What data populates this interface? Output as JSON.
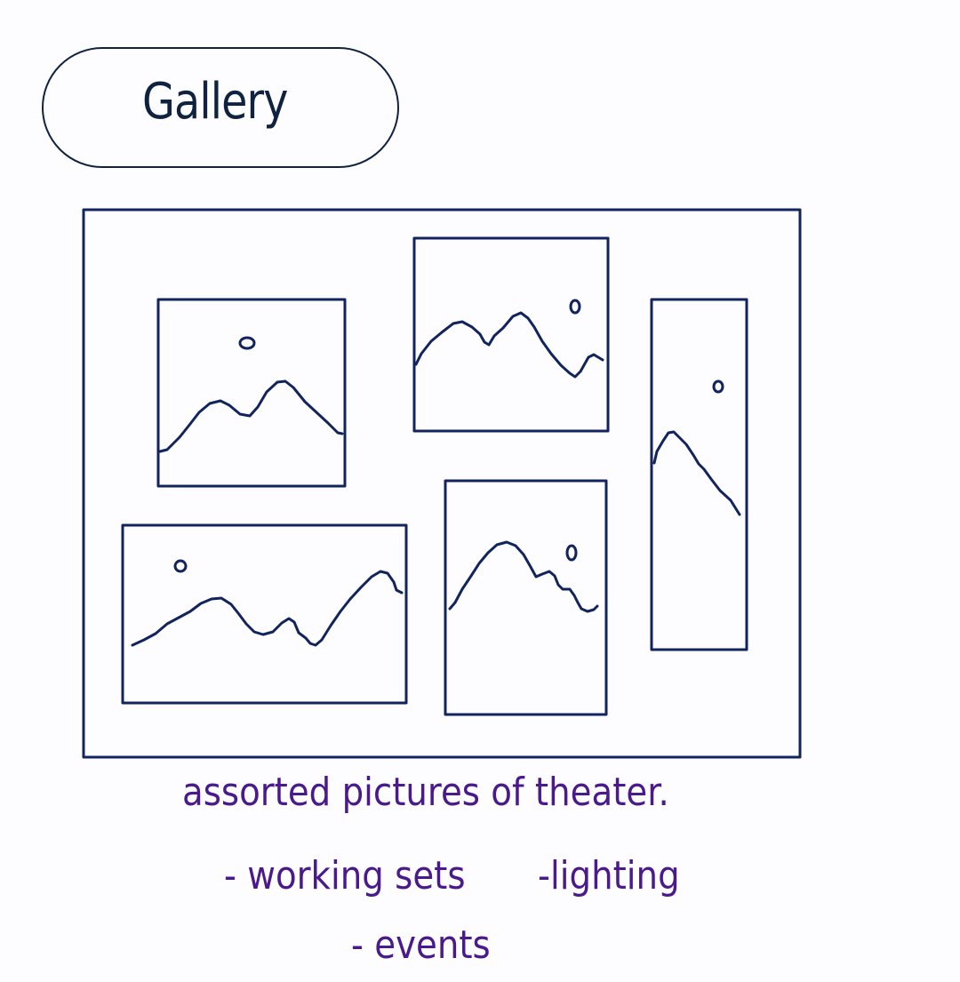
{
  "title": "Gallery",
  "notes": {
    "description": "assorted pictures of theater.",
    "item_working_sets": "- working sets",
    "item_lighting": "-lighting",
    "item_events": "- events"
  },
  "colors": {
    "ink": "#0f2340",
    "frame": "#12245e",
    "note_ink": "#4a1a8c"
  },
  "icons": {
    "picture": "mountain-landscape-placeholder-icon",
    "sun": "sun-circle-icon"
  },
  "gallery": {
    "picture_count": 5
  }
}
